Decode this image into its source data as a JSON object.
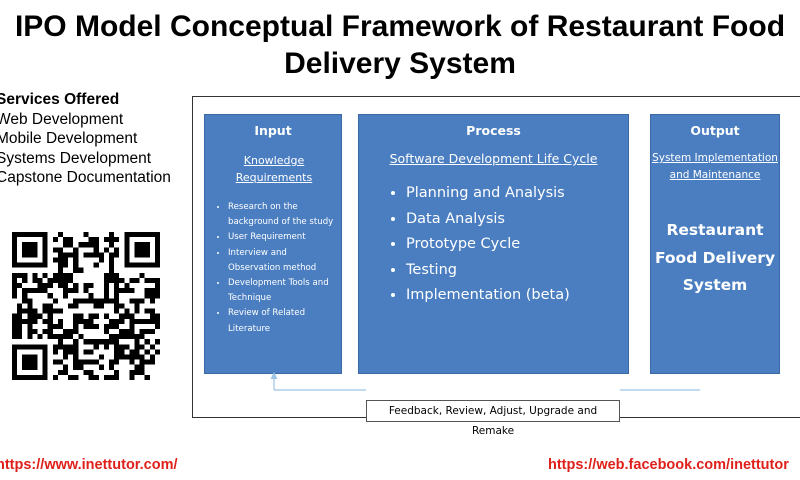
{
  "title": {
    "line1": "IPO Model Conceptual Framework of Restaurant Food",
    "line2": "Delivery System"
  },
  "services": {
    "heading": "Services Offered",
    "items": [
      "Web Development",
      "Mobile Development",
      "Systems Development",
      "Capstone Documentation"
    ]
  },
  "qr": {
    "icon": "qr-code-icon"
  },
  "diagram": {
    "input": {
      "header": "Input",
      "subheader": "Knowledge Requirements",
      "items": [
        "Research on the background of the study",
        "User Requirement",
        "Interview and Observation method",
        "Development Tools and Technique",
        "Review of Related Literature"
      ]
    },
    "process": {
      "header": "Process",
      "subheader": "Software Development Life Cycle",
      "items": [
        "Planning and Analysis",
        "Data Analysis",
        "Prototype Cycle",
        "Testing",
        "Implementation (beta)"
      ]
    },
    "output": {
      "header": "Output",
      "subheader": "System Implementation and Maintenance",
      "result": "Restaurant\nFood Delivery\nSystem"
    },
    "feedback": "Feedback, Review, Adjust, Upgrade and Remake",
    "box_color": "#4a7ec1",
    "arrow_color": "#9dc3e6"
  },
  "footer": {
    "left_link": "https://www.inettutor.com/",
    "right_link": "https://web.facebook.com/inettutor",
    "link_color": "#e0201a"
  }
}
